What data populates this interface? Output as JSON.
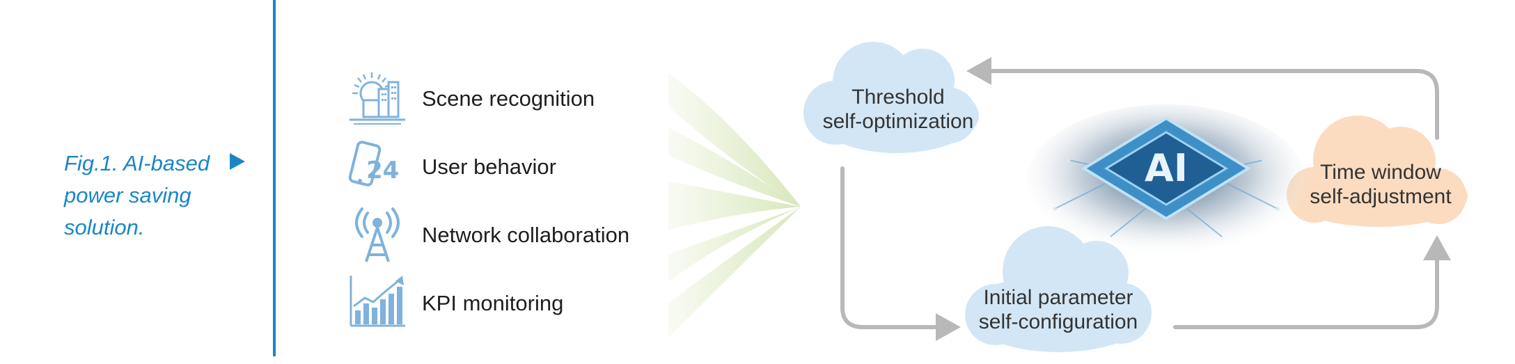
{
  "caption": {
    "lines": [
      "Fig.1. AI-based",
      "power saving",
      "solution."
    ]
  },
  "features": [
    {
      "label": "Scene recognition",
      "icon": "city-sun-icon"
    },
    {
      "label": "User behavior",
      "icon": "phone-24-icon"
    },
    {
      "label": "Network collaboration",
      "icon": "antenna-tower-icon"
    },
    {
      "label": "KPI monitoring",
      "icon": "kpi-chart-icon"
    }
  ],
  "clouds": {
    "threshold": {
      "line1": "Threshold",
      "line2": "self-optimization"
    },
    "initial": {
      "line1": "Initial parameter",
      "line2": "self-configuration"
    },
    "time_window": {
      "line1": "Time window",
      "line2": "self-adjustment"
    }
  },
  "center_graphic": {
    "text": "AI"
  },
  "colors": {
    "accent": "#1a86c7",
    "cloud_blue": "#d3e6f5",
    "cloud_orange": "#fbdcc0",
    "cycle_arrow": "#b8b8b8",
    "fan_green": "#d6e6b8",
    "icon_blue": "#7fb2dd"
  }
}
